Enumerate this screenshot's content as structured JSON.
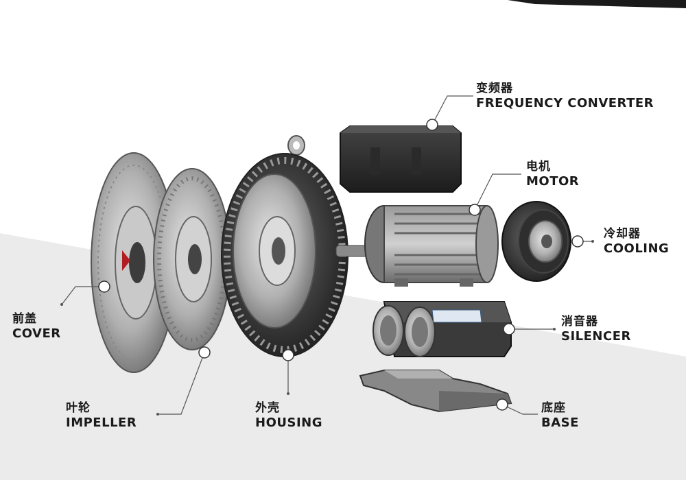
{
  "labels": {
    "frequency_converter": {
      "cn": "变频器",
      "en": "FREQUENCY CONVERTER"
    },
    "motor": {
      "cn": "电机",
      "en": "MOTOR"
    },
    "cooling": {
      "cn": "冷却器",
      "en": "COOLING"
    },
    "cover": {
      "cn": "前盖",
      "en": "COVER"
    },
    "silencer": {
      "cn": "消音器",
      "en": "SILENCER"
    },
    "impeller": {
      "cn": "叶轮",
      "en": "IMPELLER"
    },
    "housing": {
      "cn": "外壳",
      "en": "HOUSING"
    },
    "base": {
      "cn": "底座",
      "en": "BASE"
    }
  },
  "colors": {
    "background_light": "#ebebeb",
    "text": "#1a1a1a",
    "metal": "#b8b8b8",
    "metal_dark": "#5a5a5a",
    "housing_dark": "#2a2a2a",
    "leader_line": "#555555",
    "top_bar": "#1a1a1a"
  }
}
